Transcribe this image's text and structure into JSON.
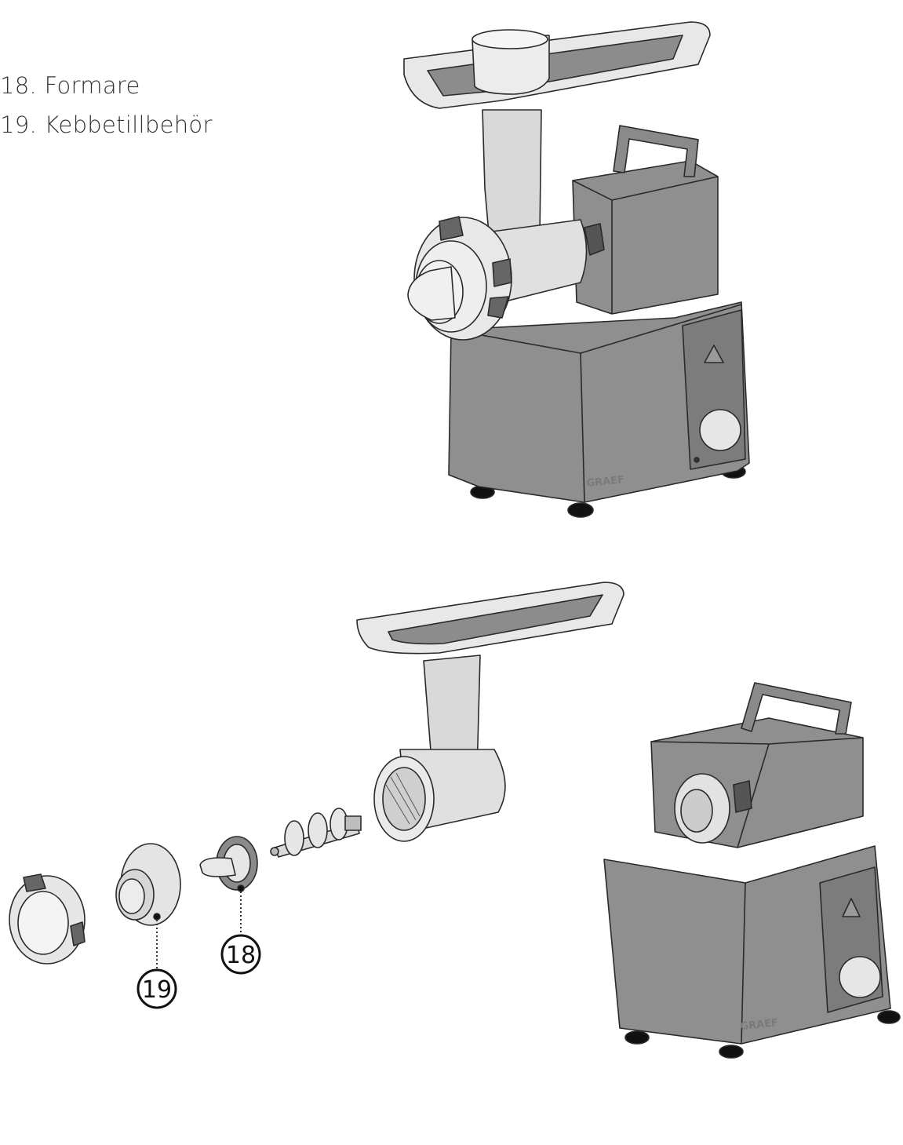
{
  "legend": {
    "items": [
      {
        "number": "18.",
        "label": "Formare"
      },
      {
        "number": "19.",
        "label": "Kebbetillbehör"
      }
    ]
  },
  "brand": {
    "logo_text": "GRAEF"
  },
  "callouts": [
    {
      "label": "18"
    },
    {
      "label": "19"
    }
  ],
  "colors": {
    "body": "#8f8f8f",
    "body_dark": "#7a7a7a",
    "attachment": "#dcdcdc",
    "outline": "#2a2a2a",
    "tray_inner": "#8c8c8c"
  }
}
